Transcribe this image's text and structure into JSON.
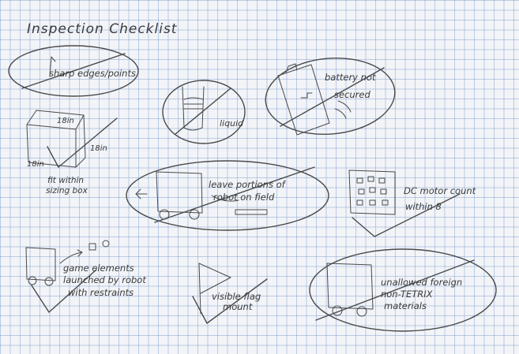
{
  "title": "Inspection Checklist",
  "items": [
    {
      "label_lines": [
        "sharp edges/points"
      ],
      "status": "prohibited"
    },
    {
      "label_lines": [
        "liquid"
      ],
      "status": "prohibited"
    },
    {
      "label_lines": [
        "battery not",
        "secured"
      ],
      "status": "prohibited"
    },
    {
      "box_dimensions": [
        "18in",
        "18in",
        "18in"
      ],
      "label_lines": [
        "fit within",
        "sizing box"
      ],
      "status": "required"
    },
    {
      "label_lines": [
        "leave portions of",
        "robot on field"
      ],
      "status": "prohibited"
    },
    {
      "label_lines": [
        "DC motor count",
        "within 8"
      ],
      "status": "required"
    },
    {
      "label_lines": [
        "game elements",
        "launched by robot",
        "with restraints"
      ],
      "status": "required"
    },
    {
      "label_lines": [
        "visible flag",
        "mount"
      ],
      "status": "required"
    },
    {
      "label_lines": [
        "unallowed foreign",
        "non-TETRIX",
        "materials"
      ],
      "status": "prohibited"
    }
  ]
}
